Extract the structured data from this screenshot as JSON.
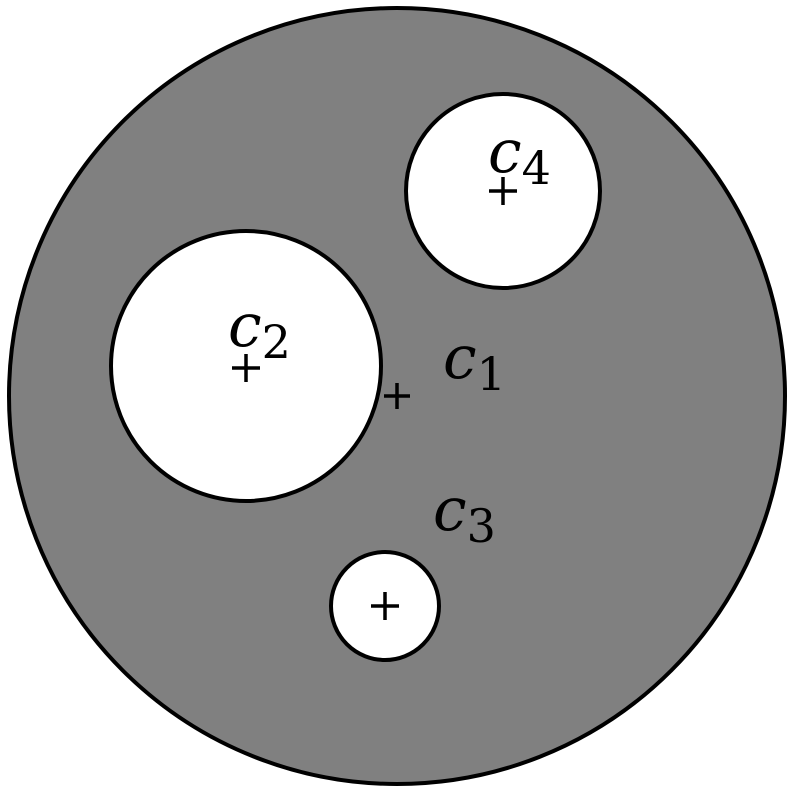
{
  "colors": {
    "region_fill": "#808080",
    "hole_fill": "#ffffff",
    "stroke": "#000000"
  },
  "labels": {
    "c1": {
      "main": "c",
      "sub": "1"
    },
    "c2": {
      "main": "c",
      "sub": "2"
    },
    "c3": {
      "main": "c",
      "sub": "3"
    },
    "c4": {
      "main": "c",
      "sub": "4"
    }
  },
  "center_marker_symbol": "+"
}
